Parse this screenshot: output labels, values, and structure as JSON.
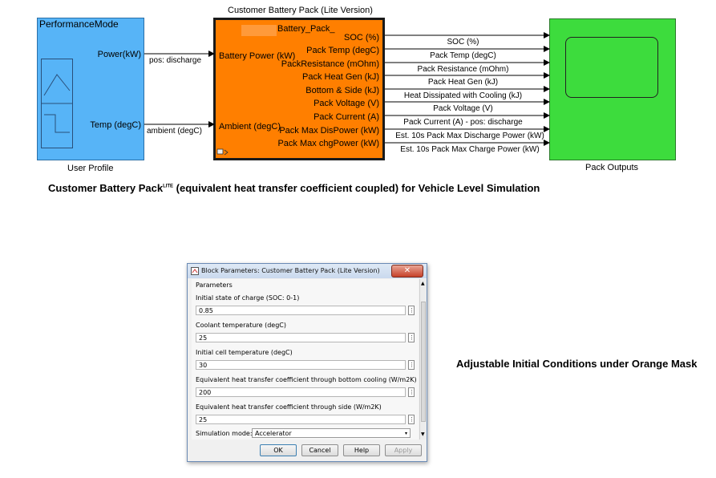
{
  "diagram": {
    "profile_block": {
      "title": "PerformanceMode",
      "port_power": "Power(kW)",
      "port_temp": "Temp (degC)",
      "caption": "User Profile"
    },
    "battery_block": {
      "header": "Customer Battery Pack (Lite Version)",
      "inner_title": "Battery_Pack_",
      "inputs": [
        "Battery Power (kW)",
        "Ambient (degC)"
      ],
      "outputs": [
        "SOC (%)",
        "Pack Temp (degC)",
        "PackResistance (mOhm)",
        "Pack Heat Gen (kJ)",
        "Bottom & Side (kJ)",
        "Pack Voltage (V)",
        "Pack Current (A)",
        "Pack Max DisPower (kW)",
        "Pack Max chgPower (kW)"
      ]
    },
    "input_wires": [
      "pos: discharge",
      "ambient (degC)"
    ],
    "output_wires": [
      "SOC (%)",
      "Pack Temp (degC)",
      "Pack Resistance (mOhm)",
      "Pack Heat Gen (kJ)",
      "Heat Dissipated with Cooling (kJ)",
      "Pack Voltage (V)",
      "Pack Current (A) - pos: discharge",
      "Est. 10s Pack Max Discharge Power (kW)",
      "Est. 10s Pack Max Charge Power (kW)"
    ],
    "outputs_block": {
      "caption": "Pack Outputs"
    },
    "caption_main": "Customer Battery Pack",
    "caption_super": "LITE",
    "caption_rest": " (equivalent heat transfer coefficient coupled) for Vehicle Level Simulation",
    "colors": {
      "profile": "#57b4f7",
      "battery": "#ff7f00",
      "outputs": "#3ddc3d"
    }
  },
  "dialog": {
    "title": "Block Parameters: Customer Battery Pack (Lite Version)",
    "close_label": "✕",
    "section": "Parameters",
    "params": [
      {
        "label": "Initial state of charge (SOC: 0-1)",
        "value": "0.85"
      },
      {
        "label": "Coolant temperature (degC)",
        "value": "25"
      },
      {
        "label": "Initial cell temperature (degC)",
        "value": "30"
      },
      {
        "label": "Equivalent heat transfer coefficient through bottom cooling (W/m2K)",
        "value": "200"
      },
      {
        "label": "Equivalent heat transfer coefficient through side (W/m2K)",
        "value": "25"
      }
    ],
    "sim_mode_label": "Simulation mode:",
    "sim_mode_value": "Accelerator",
    "buttons": {
      "ok": "OK",
      "cancel": "Cancel",
      "help": "Help",
      "apply": "Apply"
    }
  },
  "side_note": "Adjustable Initial Conditions under Orange Mask"
}
